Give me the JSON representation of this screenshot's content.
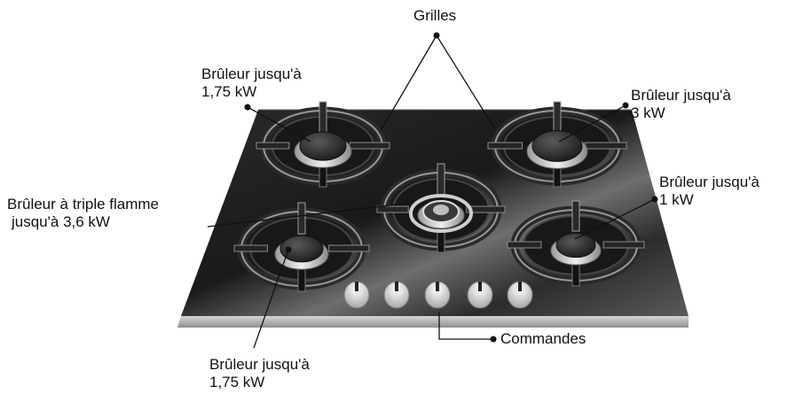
{
  "labels": {
    "grilles": "Grilles",
    "rear_left": {
      "line1": "Brûleur jusqu'à",
      "line2": "1,75 kW"
    },
    "rear_right": {
      "line1": "Brûleur jusqu'à",
      "line2": "3 kW"
    },
    "triple_flame": {
      "line1": "Brûleur à triple flamme",
      "line2": "jusqu'à 3,6 kW"
    },
    "front_right": {
      "line1": "Brûleur jusqu'à",
      "line2": "1 kW"
    },
    "front_left": {
      "line1": "Brûleur jusqu'à",
      "line2": "1,75 kW"
    },
    "controls": "Commandes"
  },
  "colors": {
    "glass_dark": "#1c1c1c",
    "glass_light": "#8a8a8a",
    "steel_edge": "#b8b8b8",
    "leader": "#111111"
  }
}
